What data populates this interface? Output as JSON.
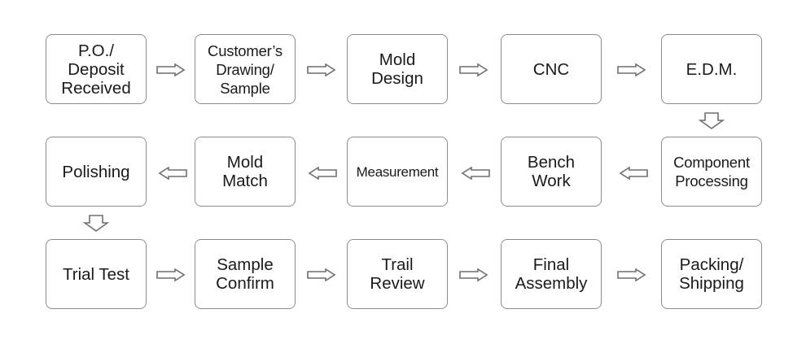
{
  "diagram": {
    "steps": [
      {
        "label": "P.O./\nDeposit\nReceived"
      },
      {
        "label": "Customer’s\nDrawing/\nSample"
      },
      {
        "label": "Mold\nDesign"
      },
      {
        "label": "CNC"
      },
      {
        "label": "E.D.M."
      },
      {
        "label": "Component\nProcessing"
      },
      {
        "label": "Bench\nWork"
      },
      {
        "label": "Measurement"
      },
      {
        "label": "Mold\nMatch"
      },
      {
        "label": "Polishing"
      },
      {
        "label": "Trial Test"
      },
      {
        "label": "Sample\nConfirm"
      },
      {
        "label": "Trail\nReview"
      },
      {
        "label": "Final\nAssembly"
      },
      {
        "label": "Packing/\nShipping"
      }
    ],
    "colors": {
      "box_border": "#8c8c8c",
      "arrow_stroke": "#6f6f6f",
      "text": "#1a1a1a"
    }
  }
}
